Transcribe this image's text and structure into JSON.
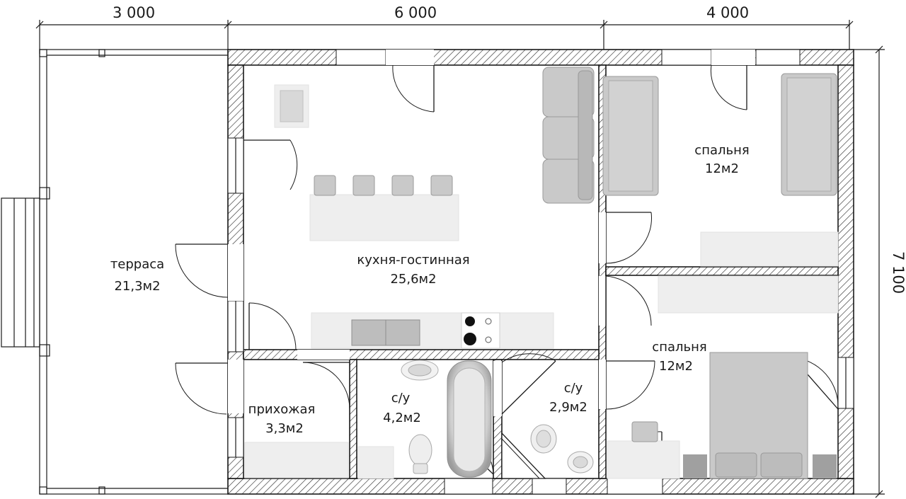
{
  "dimensions": {
    "terrace_width": "3 000",
    "house_left": "6 000",
    "house_right": "4 000",
    "depth": "7 100"
  },
  "rooms": {
    "terrace": {
      "name": "терраса",
      "area": "21,3м2"
    },
    "kitchen": {
      "name": "кухня-гостинная",
      "area": "25,6м2"
    },
    "bedroom_top": {
      "name": "спальня",
      "area": "12м2"
    },
    "bedroom_bottom": {
      "name": "спальня",
      "area": "12м2"
    },
    "hall": {
      "name": "прихожая",
      "area": "3,3м2"
    },
    "bath_1": {
      "name": "с/у",
      "area": "4,2м2"
    },
    "bath_2": {
      "name": "с/у",
      "area": "2,9м2"
    }
  }
}
